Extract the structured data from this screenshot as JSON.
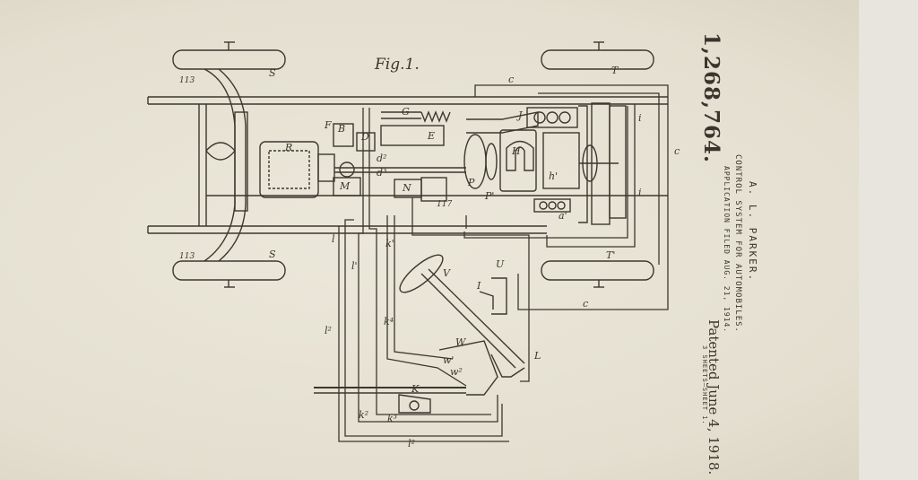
{
  "document": {
    "patent_number": "1,268,764.",
    "inventor": "A. L. PARKER.",
    "title": "CONTROL SYSTEM FOR AUTOMOBILES.",
    "application_filed": "APPLICATION FILED AUG. 21, 1914.",
    "patented": "Patented June 4, 1918.",
    "sheet": "3 SHEETS—SHEET 1."
  },
  "figure": {
    "label": "Fig.1.",
    "reference_labels": [
      "S",
      "S",
      "T",
      "T'",
      "113",
      "113",
      "R",
      "E",
      "F",
      "G",
      "B",
      "D",
      "J",
      "H",
      "K",
      "L",
      "M",
      "N",
      "P",
      "P'",
      "U",
      "V",
      "W",
      "I",
      "c",
      "c",
      "c",
      "i",
      "i",
      "l²",
      "l²",
      "l",
      "l'",
      "k'",
      "k²",
      "k³",
      "k⁴",
      "w'",
      "w²",
      "a'",
      "h'",
      "d²",
      "d³",
      "117"
    ]
  }
}
